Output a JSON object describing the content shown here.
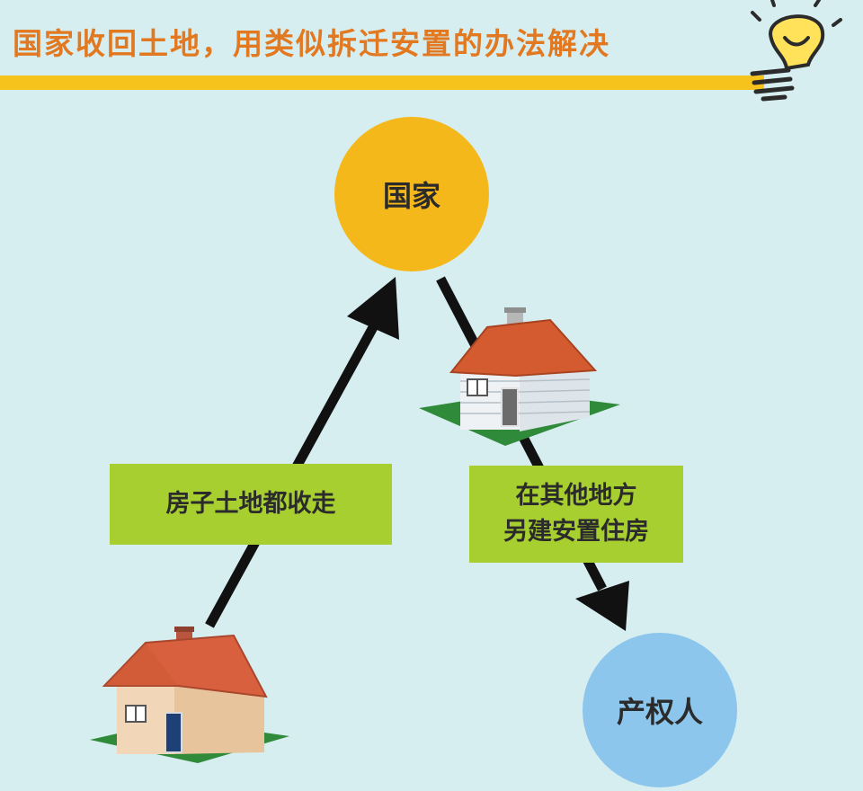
{
  "header": {
    "title": "国家收回土地，用类似拆迁安置的办法解决",
    "bulb_icon": "lightbulb-icon",
    "accent_color": "#f6c21c",
    "title_color": "#e27820"
  },
  "diagram": {
    "state_node": {
      "label": "国家",
      "color": "#f4b81b"
    },
    "owner_node": {
      "label": "产权人",
      "color": "#8cc6ec"
    },
    "left_label": {
      "text": "房子土地都收走"
    },
    "right_label": {
      "line1": "在其他地方",
      "line2": "另建安置住房"
    },
    "label_color": "#a6cf2f",
    "left_house_icon": "house-icon",
    "right_house_icon": "house-icon"
  }
}
